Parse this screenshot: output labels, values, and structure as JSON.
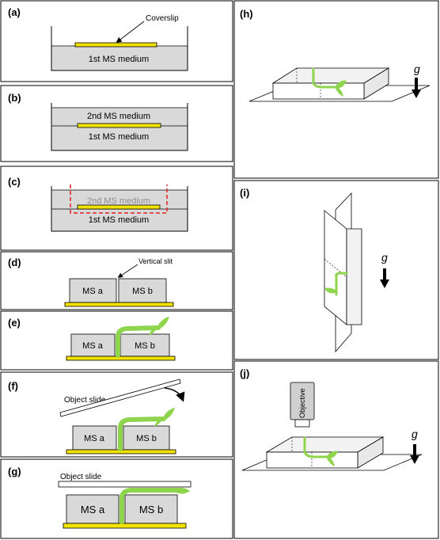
{
  "panels": {
    "a": {
      "label": "(a)",
      "coverslip_label": "Coverslip",
      "medium": "1st MS medium"
    },
    "b": {
      "label": "(b)",
      "top_medium": "2nd MS medium",
      "bottom_medium": "1st MS medium"
    },
    "c": {
      "label": "(c)",
      "top_medium": "2nd MS medium",
      "bottom_medium": "1st MS medium"
    },
    "d": {
      "label": "(d)",
      "slit_label": "Vertical slit",
      "block_a": "MS a",
      "block_b": "MS b"
    },
    "e": {
      "label": "(e)",
      "block_a": "MS a",
      "block_b": "MS b"
    },
    "f": {
      "label": "(f)",
      "slide_label": "Object slide",
      "block_a": "MS a",
      "block_b": "MS b"
    },
    "g": {
      "label": "(g)",
      "slide_label": "Object slide",
      "block_a": "MS a",
      "block_b": "MS b"
    },
    "h": {
      "label": "(h)",
      "gravity": "g"
    },
    "i": {
      "label": "(i)",
      "gravity": "g"
    },
    "j": {
      "label": "(j)",
      "gravity": "g",
      "objective_label": "Objective"
    }
  },
  "colors": {
    "coverslip": "#f2e200",
    "medium": "#d9d9d9",
    "seedling": "#8ed44d",
    "dashed_outline": "#e02020"
  }
}
